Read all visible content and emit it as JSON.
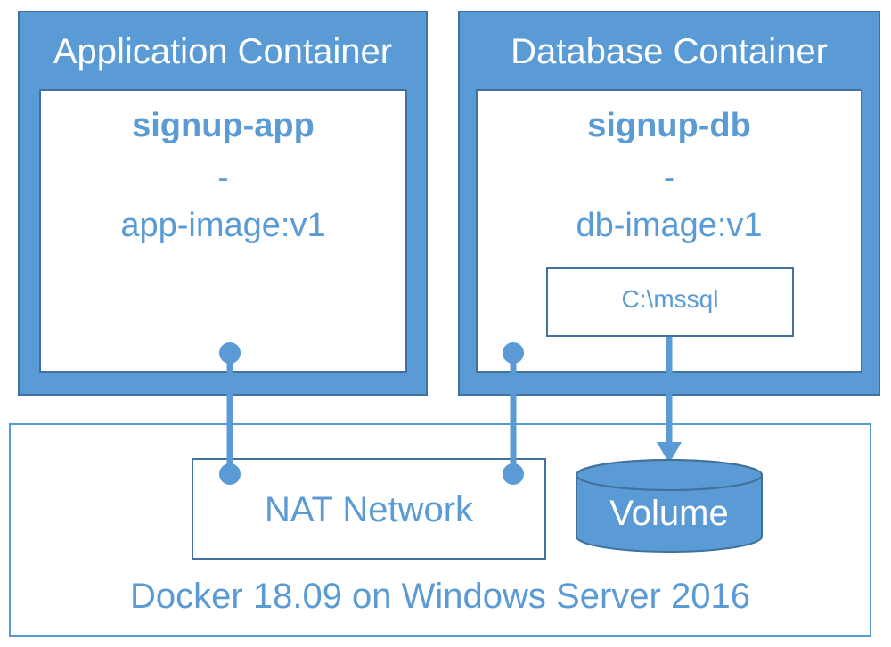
{
  "app_container": {
    "title": "Application Container",
    "name": "signup-app",
    "separator": "-",
    "image": "app-image:v1"
  },
  "db_container": {
    "title": "Database Container",
    "name": "signup-db",
    "separator": "-",
    "image": "db-image:v1",
    "mount_path": "C:\\mssql"
  },
  "nat_network": {
    "label": "NAT Network"
  },
  "volume": {
    "label": "Volume"
  },
  "host": {
    "label": "Docker 18.09 on Windows Server 2016"
  },
  "colors": {
    "accent": "#5b9bd5",
    "border": "#41719c",
    "background": "#ffffff"
  }
}
